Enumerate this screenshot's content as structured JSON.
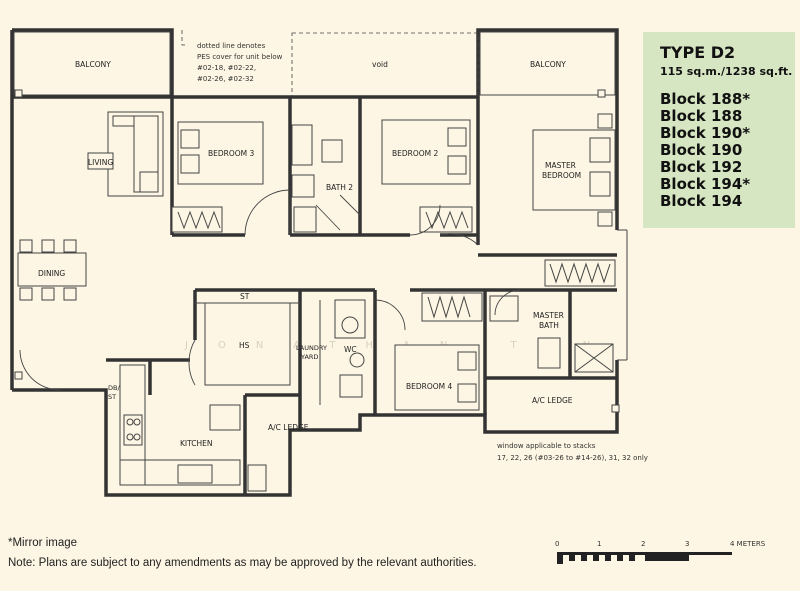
{
  "type_box": {
    "title": "TYPE D2",
    "area": "115 sq.m./1238 sq.ft.",
    "blocks": [
      "Block 188*",
      "Block 188",
      "Block 190*",
      "Block 190",
      "Block 192",
      "Block 194*",
      "Block 194"
    ]
  },
  "rooms": {
    "balcony_left": "BALCONY",
    "balcony_right": "BALCONY",
    "void": "void",
    "living": "LIVING",
    "dining": "DINING",
    "bedroom3": "BEDROOM 3",
    "bedroom2": "BEDROOM 2",
    "bath2": "BATH 2",
    "master_bedroom_1": "MASTER",
    "master_bedroom_2": "BEDROOM",
    "st_top": "ST",
    "hs": "HS",
    "laundry_1": "LAUNDRY",
    "laundry_2": "YARD",
    "wc": "WC",
    "bedroom4": "BEDROOM 4",
    "master_bath_1": "MASTER",
    "master_bath_2": "BATH",
    "ac_ledge_right": "A/C LEDGE",
    "ac_ledge_mid": "A/C LEDGE",
    "db_1": "DB/",
    "db_2": "ST",
    "kitchen": "KITCHEN"
  },
  "annotations": {
    "dotted_1": "dotted line denotes",
    "dotted_2": "PES cover for unit below",
    "dotted_3": "#02-18, #02-22,",
    "dotted_4": "#02-26, #02-32",
    "window_1": "window applicable to stacks",
    "window_2": "17, 22, 26 (#03-26 to #14-26), 31, 32 only"
  },
  "watermark": "JONATHAN TAN",
  "scale": {
    "ticks": [
      "0",
      "1",
      "2",
      "3",
      "4 METERS"
    ]
  },
  "notes": {
    "mirror": "*Mirror image",
    "amend": "Note: Plans are subject to any amendments as may be approved by the relevant authorities."
  }
}
